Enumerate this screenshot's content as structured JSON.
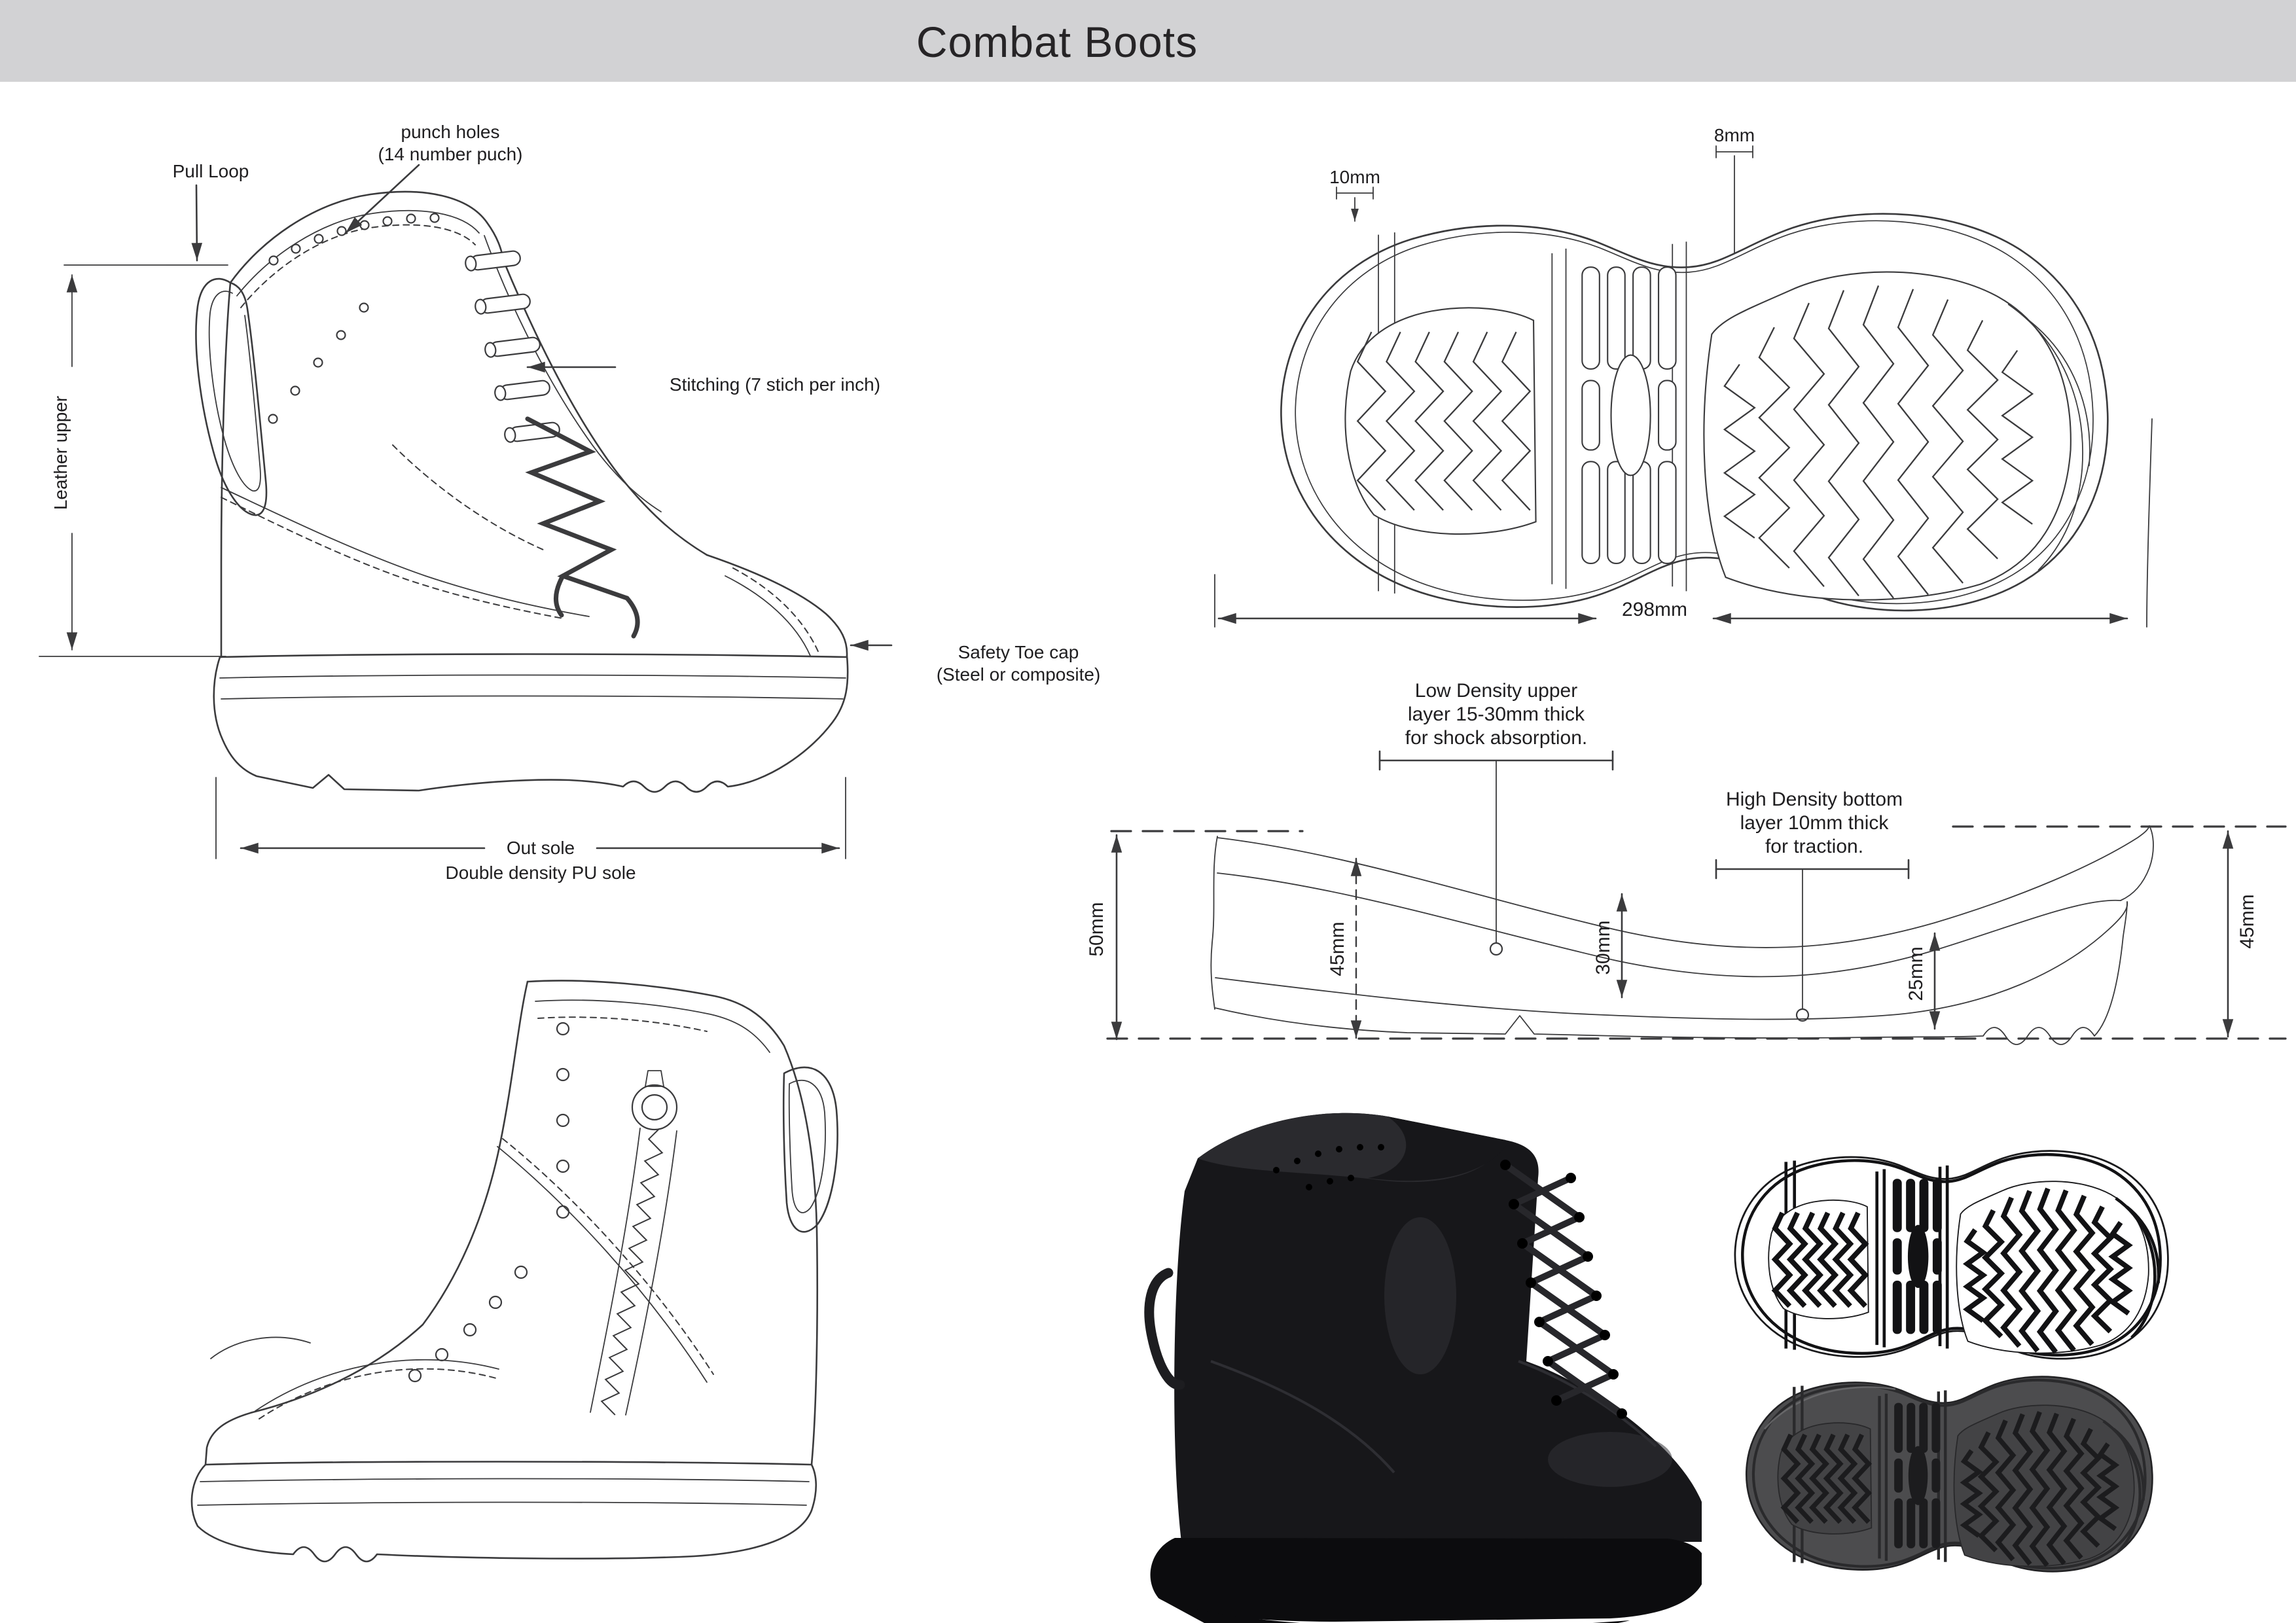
{
  "title": "Combat Boots",
  "side_view": {
    "punch_holes_line1": "punch holes",
    "punch_holes_line2": "(14 number puch)",
    "pull_loop": "Pull Loop",
    "leather_upper": "Leather upper",
    "stitching": "Stitching (7 stich per inch)",
    "toe_cap_line1": "Safety Toe cap",
    "toe_cap_line2": "(Steel or composite)",
    "outsole_line1": "Out sole",
    "outsole_line2": "Double density PU sole"
  },
  "sole_bottom": {
    "band_width": "10mm",
    "lug_size": "8mm",
    "length": "298mm"
  },
  "cross_section": {
    "total_height": "50mm",
    "heel_thickness": "45mm",
    "mid_thickness": "30mm",
    "forefoot_thickness": "25mm",
    "toe_thickness": "45mm",
    "low_density_line1": "Low Density upper",
    "low_density_line2": "layer 15-30mm thick",
    "low_density_line3": "for shock absorption.",
    "high_density_line1": "High Density bottom",
    "high_density_line2": "layer 10mm thick",
    "high_density_line3": "for traction."
  },
  "colors": {
    "header_bg": "#d2d2d4",
    "ink": "#3b3b3d",
    "text": "#1f1e20",
    "photo_black": "#141417",
    "sole_dark_fill": "#4b4b4d"
  }
}
